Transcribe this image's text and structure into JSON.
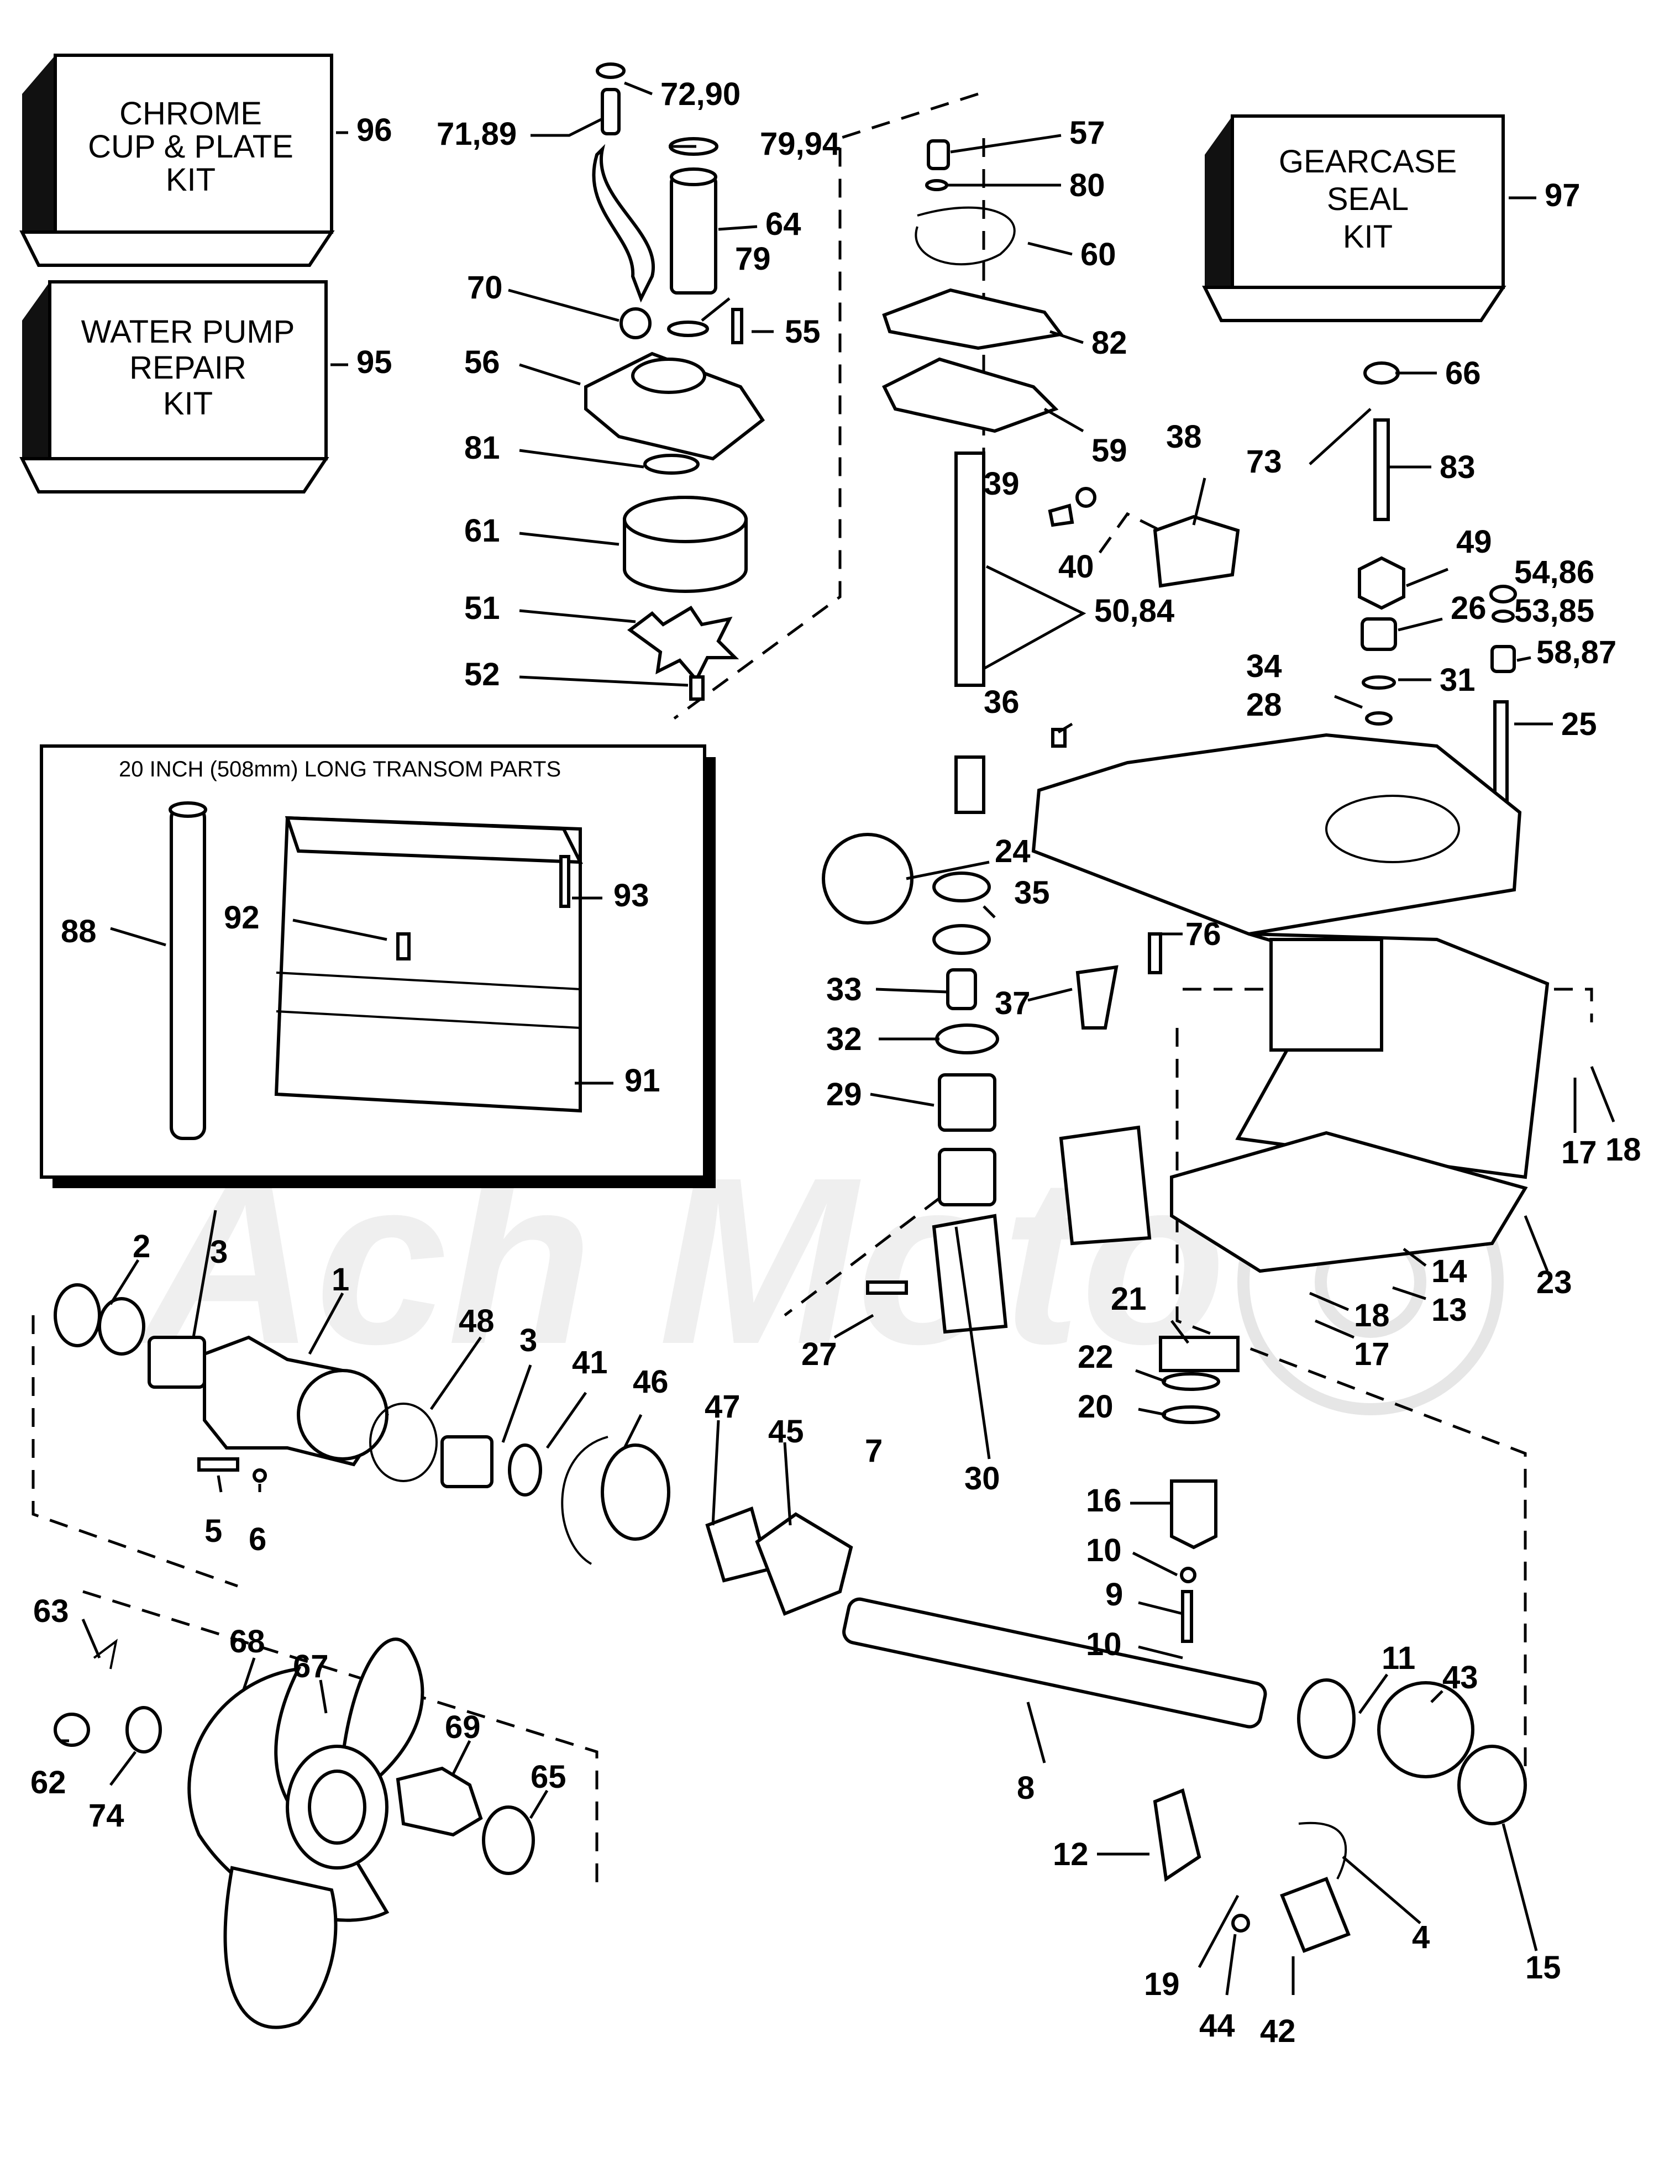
{
  "kits": {
    "chrome": {
      "lines": [
        "CHROME",
        "CUP & PLATE",
        "KIT"
      ],
      "number": "96"
    },
    "water_pump": {
      "lines": [
        "WATER PUMP",
        "REPAIR",
        "KIT"
      ],
      "number": "95"
    },
    "gearcase": {
      "lines": [
        "GEARCASE",
        "SEAL",
        "KIT"
      ],
      "number": "97"
    }
  },
  "transom_box": {
    "title": "20 INCH (508mm) LONG TRANSOM PARTS",
    "labels": {
      "tube": "88",
      "screw": "92",
      "stud": "93",
      "extension": "91"
    }
  },
  "watermark": "Ach Moto",
  "callouts": {
    "c7290": "72,90",
    "c7189": "71,89",
    "c7994": "79,94",
    "c64": "64",
    "c79": "79",
    "c70": "70",
    "c55": "55",
    "c56": "56",
    "c81": "81",
    "c61": "61",
    "c51": "51",
    "c52": "52",
    "c57": "57",
    "c80": "80",
    "c60": "60",
    "c82": "82",
    "c59": "59",
    "c39": "39",
    "c40": "40",
    "c5084": "50,84",
    "c36": "36",
    "c38": "38",
    "c66": "66",
    "c73": "73",
    "c83": "83",
    "c49": "49",
    "c5486": "54,86",
    "c26": "26",
    "c5385": "53,85",
    "c34": "34",
    "c31": "31",
    "c5887": "58,87",
    "c28": "28",
    "c25": "25",
    "c24": "24",
    "c35": "35",
    "c76": "76",
    "c33": "33",
    "c37": "37",
    "c32": "32",
    "c29": "29",
    "c17a": "17",
    "c18a": "18",
    "c2": "2",
    "c3a": "3",
    "c1": "1",
    "c48": "48",
    "c3b": "3",
    "c41": "41",
    "c46": "46",
    "c47": "47",
    "c45": "45",
    "c7": "7",
    "c5": "5",
    "c6": "6",
    "c27": "27",
    "c30": "30",
    "c21": "21",
    "c22": "22",
    "c20": "20",
    "c16": "16",
    "c10a": "10",
    "c9": "9",
    "c10b": "10",
    "c14": "14",
    "c13": "13",
    "c18b": "18",
    "c17b": "17",
    "c23": "23",
    "c63": "63",
    "c68": "68",
    "c67": "67",
    "c69": "69",
    "c65": "65",
    "c62": "62",
    "c74": "74",
    "c8": "8",
    "c11": "11",
    "c43": "43",
    "c12": "12",
    "c4": "4",
    "c15": "15",
    "c19": "19",
    "c44": "44",
    "c42": "42"
  }
}
